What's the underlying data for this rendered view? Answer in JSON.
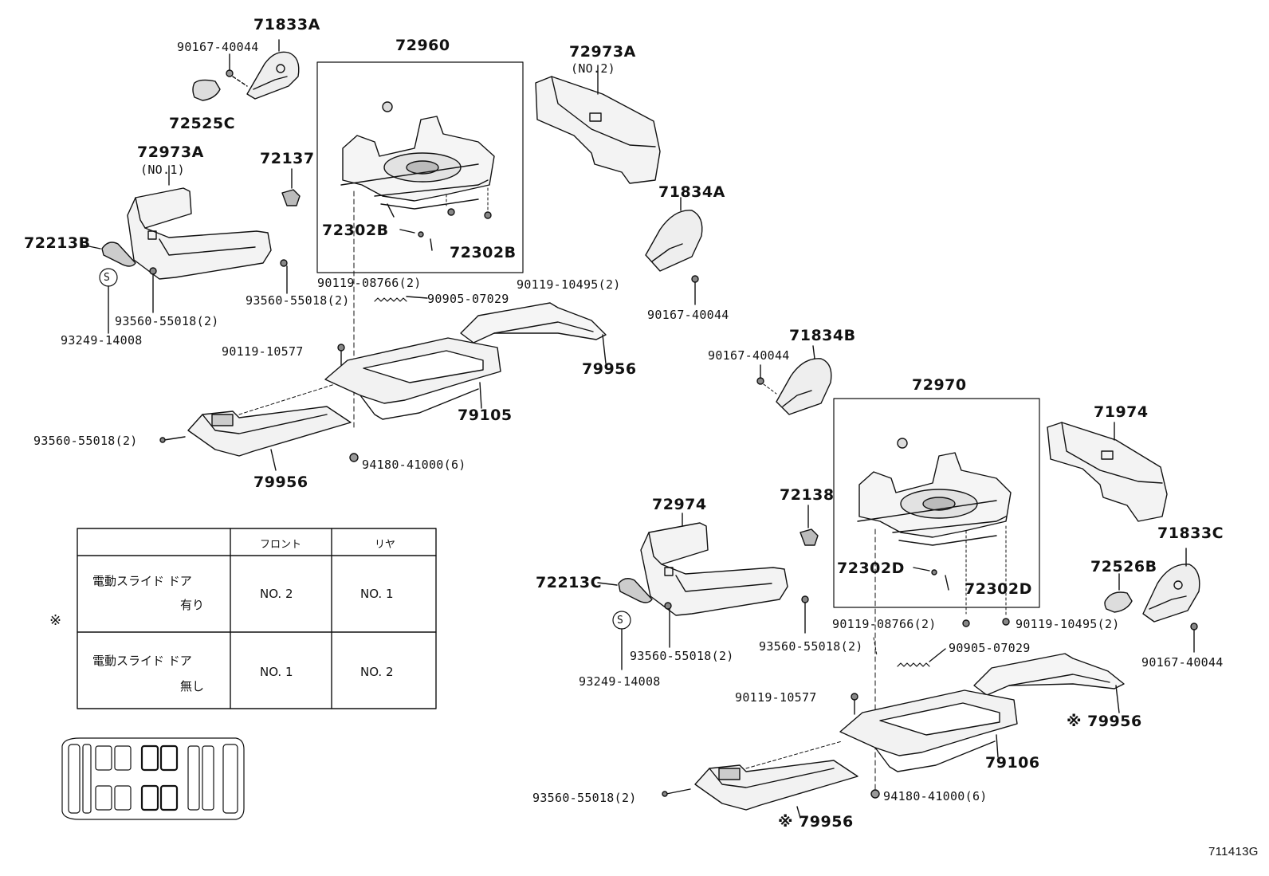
{
  "labels": {
    "p71833A_top": "71833A",
    "p90167_tl": "90167-40044",
    "p72960": "72960",
    "p72973A_no2": "72973A",
    "no2": "(NO.2)",
    "p72525C": "72525C",
    "p72973A_no1": "72973A",
    "no1": "(NO.1)",
    "p72137": "72137",
    "p71834A": "71834A",
    "p72213B": "72213B",
    "p72302B_a": "72302B",
    "p72302B_b": "72302B",
    "p90119_08766_a": "90119-08766(2)",
    "p90119_10495_a": "90119-10495(2)",
    "p93560_2a": "93560-55018(2)",
    "p90905_a": "90905-07029",
    "p90167_mid": "90167-40044",
    "p93560_2b": "93560-55018(2)",
    "p93249_a": "93249-14008",
    "p90119_10577_a": "90119-10577",
    "p79956_a": "79956",
    "p71834B": "71834B",
    "p90167_r": "90167-40044",
    "p79105": "79105",
    "p72970": "72970",
    "p71974": "71974",
    "p93560_2c": "93560-55018(2)",
    "p94180_a": "94180-41000(6)",
    "p79956_b": "79956",
    "p72974": "72974",
    "p72138": "72138",
    "p71833C": "71833C",
    "p72526B": "72526B",
    "p72213C": "72213C",
    "p72302D_a": "72302D",
    "p72302D_b": "72302D",
    "p90119_08766_b": "90119-08766(2)",
    "p90119_10495_b": "90119-10495(2)",
    "p90167_br": "90167-40044",
    "p93560_2d": "93560-55018(2)",
    "p93560_2e": "93560-55018(2)",
    "p90905_b": "90905-07029",
    "p93249_b": "93249-14008",
    "p90119_10577_b": "90119-10577",
    "p79956_c": "※ 79956",
    "p79106": "79106",
    "p93560_2f": "93560-55018(2)",
    "p94180_b": "94180-41000(6)",
    "p79956_d": "※ 79956",
    "s_mark_a": "S",
    "s_mark_b": "S",
    "footer_code": "711413G"
  },
  "table": {
    "note_mark": "※",
    "col_front": "フロント",
    "col_rear": "リヤ",
    "row1_label_a": "電動スライド ドア",
    "row1_label_b": "有り",
    "row1_front": "NO. 2",
    "row1_rear": "NO. 1",
    "row2_label_a": "電動スライド ドア",
    "row2_label_b": "無し",
    "row2_front": "NO. 1",
    "row2_rear": "NO. 2"
  }
}
